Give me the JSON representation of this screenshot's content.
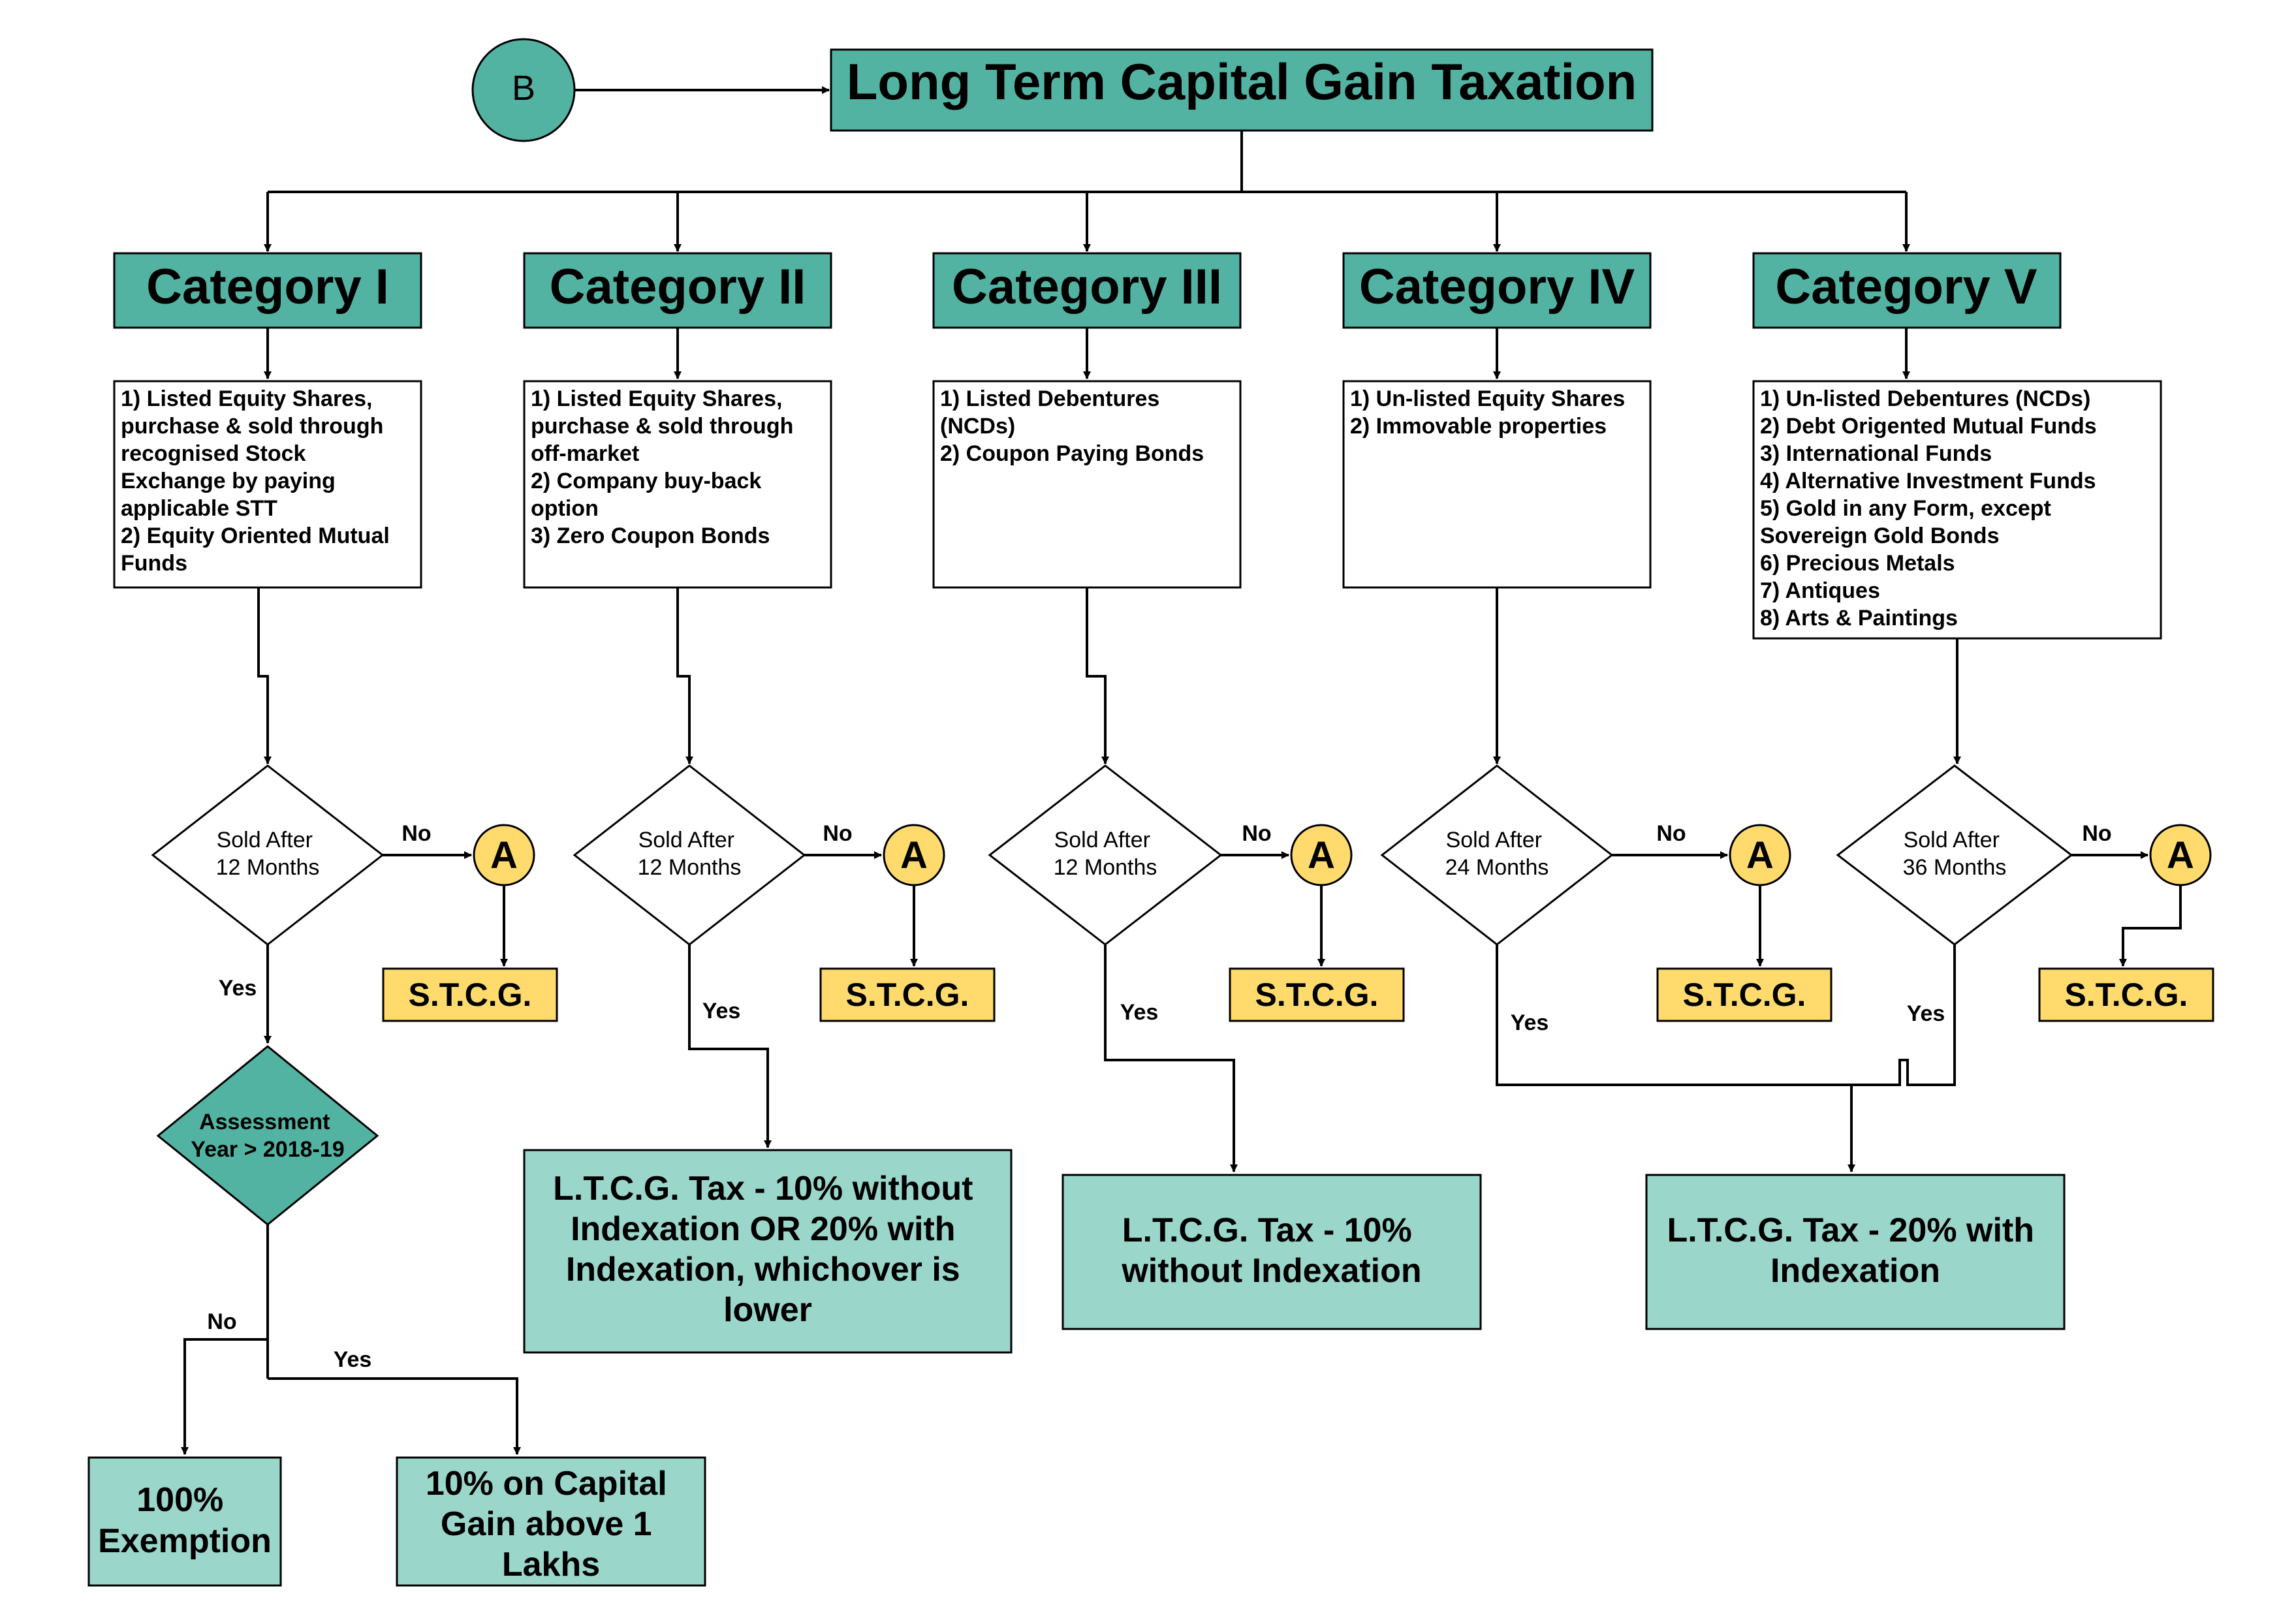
{
  "colors": {
    "dark_teal": "#53B3A2",
    "light_teal": "#9BD6CB",
    "yellow": "#FFDB6E",
    "stroke": "#000000"
  },
  "title": "Long Term Capital Gain Taxation",
  "connector_b": "B",
  "connector_a": "A",
  "stcg_label": "S.T.C.G.",
  "yes_label": "Yes",
  "no_label": "No",
  "categories": [
    {
      "name": "Category I",
      "items": [
        "1)  Listed Equity Shares,",
        "purchase & sold through",
        "recognised Stock",
        "Exchange by paying",
        "applicable STT",
        "2)  Equity Oriented Mutual",
        "Funds"
      ],
      "decision": [
        "Sold After",
        "12 Months"
      ]
    },
    {
      "name": "Category II",
      "items": [
        "1)  Listed Equity Shares,",
        "purchase & sold through",
        "off-market",
        "2)  Company buy-back",
        "option",
        "3)  Zero Coupon Bonds"
      ],
      "decision": [
        "Sold After",
        "12 Months"
      ]
    },
    {
      "name": "Category III",
      "items": [
        "1)  Listed Debentures",
        "(NCDs)",
        "2)  Coupon Paying Bonds"
      ],
      "decision": [
        "Sold After",
        "12 Months"
      ]
    },
    {
      "name": "Category IV",
      "items": [
        "1)  Un-listed Equity Shares",
        "2)  Immovable properties"
      ],
      "decision": [
        "Sold After",
        "24 Months"
      ]
    },
    {
      "name": "Category V",
      "items": [
        "1)  Un-listed Debentures (NCDs)",
        "2)  Debt Origented Mutual Funds",
        "3)  International Funds",
        "4)  Alternative Investment Funds",
        "5)  Gold in any Form, except",
        "Sovereign Gold Bonds",
        "6)  Precious Metals",
        "7)  Antiques",
        "8)   Arts & Paintings"
      ],
      "decision": [
        "Sold After",
        "36 Months"
      ]
    }
  ],
  "assessment": [
    "Assessment",
    "Year > 2018-19"
  ],
  "outcomes": {
    "exemption": [
      "100%",
      "Exemption"
    ],
    "ten_above_lakh": [
      "10% on Capital",
      "Gain above 1",
      "Lakhs"
    ],
    "cat2": [
      "L.T.C.G. Tax - 10% without",
      "Indexation OR 20% with",
      "Indexation, whichover is",
      "lower"
    ],
    "cat3": [
      "L.T.C.G. Tax - 10%",
      "without Indexation"
    ],
    "cat45": [
      "L.T.C.G. Tax - 20% with",
      "Indexation"
    ]
  }
}
